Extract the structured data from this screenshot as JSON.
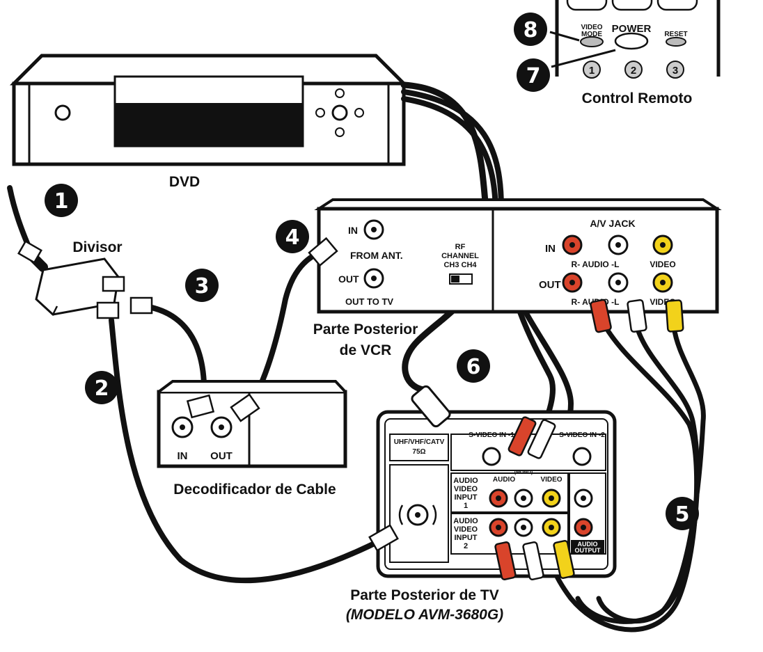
{
  "labels": {
    "dvd": "DVD",
    "splitter": "Divisor",
    "cable_box": "Decodificador de Cable",
    "cable_box_in": "IN",
    "cable_box_out": "OUT",
    "vcr_back_1": "Parte Posterior",
    "vcr_back_2": "de VCR",
    "vcr_in": "IN",
    "vcr_from_ant": "FROM ANT.",
    "vcr_out": "OUT",
    "vcr_out_to_tv": "OUT TO TV",
    "rf_1": "RF",
    "rf_2": "CHANNEL",
    "rf_3": "CH3  CH4",
    "av_jack": "A/V JACK",
    "av_in": "IN",
    "av_out": "OUT",
    "r_audio_l_1": "R- AUDIO -L",
    "r_audio_l_2": "R- AUDIO -L",
    "video_1": "VIDEO",
    "video_2": "VIDEO",
    "tv_back": "Parte Posterior de TV",
    "tv_model": "(MODELO AVM-3680G)",
    "uhf_1": "UHF/VHF/CATV",
    "uhf_2": "75Ω",
    "svideo_1": "S-VIDEO IN -1",
    "svideo_2": "S-VIDEO IN -2",
    "av_input_1": [
      "AUDIO",
      "VIDEO",
      "INPUT",
      "1"
    ],
    "av_input_2": [
      "AUDIO",
      "VIDEO",
      "INPUT",
      "2"
    ],
    "audio_lbl": "AUDIO",
    "video_lbl": "VIDEO",
    "mono": "(MONO)",
    "audio_output_1": "AUDIO",
    "audio_output_2": "OUTPUT",
    "remote": "Control Remoto",
    "remote_video_mode_1": "VIDEO",
    "remote_video_mode_2": "MODE",
    "remote_power": "POWER",
    "remote_reset": "RESET",
    "remote_btn_1": "1",
    "remote_btn_2": "2",
    "remote_btn_3": "3"
  },
  "step_numbers": [
    "1",
    "2",
    "3",
    "4",
    "5",
    "6",
    "7",
    "8"
  ],
  "colors": {
    "line": "#111111",
    "red": "#d9442b",
    "yellow": "#f2d21b",
    "white": "#ffffff"
  }
}
